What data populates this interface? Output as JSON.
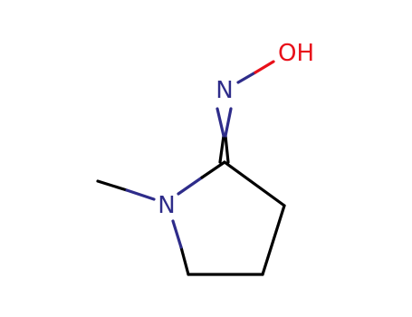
{
  "molecule": {
    "atoms": [
      {
        "id": "n_ring",
        "label": "N",
        "color": "#2e2c8a"
      },
      {
        "id": "n_oxime",
        "label": "N",
        "color": "#2e2c8a"
      },
      {
        "id": "oh",
        "label": "OH",
        "color": "#e8101a"
      }
    ],
    "colors": {
      "bond": "#000000",
      "nitrogen": "#2e2c8a",
      "oxygen": "#e8101a"
    }
  }
}
